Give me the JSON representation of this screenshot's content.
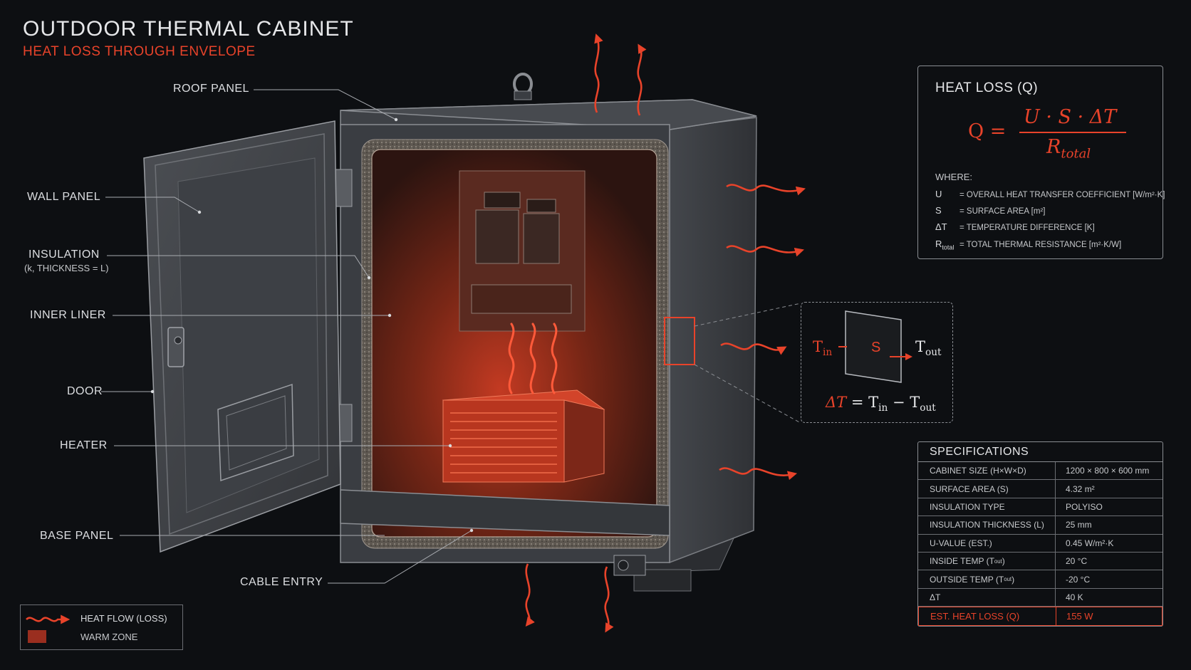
{
  "header": {
    "title": "OUTDOOR THERMAL CABINET",
    "subtitle": "HEAT LOSS THROUGH ENVELOPE"
  },
  "labels": {
    "roof_panel": "ROOF PANEL",
    "wall_panel": "WALL PANEL",
    "insulation": "INSULATION",
    "insulation_sub": "(k, THICKNESS = L)",
    "inner_liner": "INNER LINER",
    "door": "DOOR",
    "heater": "HEATER",
    "base_panel": "BASE PANEL",
    "cable_entry": "CABLE ENTRY"
  },
  "formula": {
    "title": "HEAT LOSS (Q)",
    "lhs": "Q =",
    "numerator": "U · S · ΔT",
    "denominator": "R",
    "denominator_sub": "total",
    "where": "WHERE:",
    "definitions": [
      {
        "symbol": "U",
        "symbol_sub": "",
        "text": "= OVERALL HEAT TRANSFER COEFFICIENT [W/m²·K]"
      },
      {
        "symbol": "S",
        "symbol_sub": "",
        "text": "= SURFACE AREA [m²]"
      },
      {
        "symbol": "ΔT",
        "symbol_sub": "",
        "text": "= TEMPERATURE DIFFERENCE [K]"
      },
      {
        "symbol": "R",
        "symbol_sub": "total",
        "text": "= TOTAL THERMAL RESISTANCE [m²·K/W]"
      }
    ]
  },
  "zoom": {
    "t_in": "T",
    "t_in_sub": "in",
    "s": "S",
    "t_out": "T",
    "t_out_sub": "out",
    "eq_delta": "ΔT",
    "eq_mid": " = T",
    "eq_in": "in",
    "eq_minus": " − T",
    "eq_out": "out"
  },
  "specs": {
    "title": "SPECIFICATIONS",
    "rows": [
      {
        "key": "CABINET SIZE (H×W×D)",
        "key_sub": "",
        "value": "1200 × 800 × 600 mm"
      },
      {
        "key": "SURFACE AREA (S)",
        "key_sub": "",
        "value": "4.32 m²"
      },
      {
        "key": "INSULATION TYPE",
        "key_sub": "",
        "value": "POLYISO"
      },
      {
        "key": "INSULATION THICKNESS (L)",
        "key_sub": "",
        "value": "25 mm"
      },
      {
        "key": "U-VALUE (EST.)",
        "key_sub": "",
        "value": "0.45 W/m²·K"
      },
      {
        "key": "INSIDE TEMP (T",
        "key_sub": "out",
        "key_end": ")",
        "value": "20 °C"
      },
      {
        "key": "OUTSIDE TEMP (T",
        "key_sub": "out",
        "key_end": ")",
        "value": "-20 °C"
      },
      {
        "key": "ΔT",
        "key_sub": "",
        "value": "40 K"
      },
      {
        "key": "EST. HEAT LOSS (Q)",
        "key_sub": "",
        "value": "155 W",
        "highlight": true
      }
    ]
  },
  "legend": {
    "heat_flow": "HEAT FLOW (LOSS)",
    "warm_zone": "WARM ZONE"
  },
  "colors": {
    "accent": "#e8432a",
    "background": "#0d0f12",
    "metal": "#4a4d52",
    "warm": "#9a2e1f"
  },
  "icons": [
    "heat-flow-arrow-icon",
    "warm-zone-swatch-icon",
    "eye-bolt-icon",
    "door-hinge-icon",
    "door-latch-icon"
  ]
}
